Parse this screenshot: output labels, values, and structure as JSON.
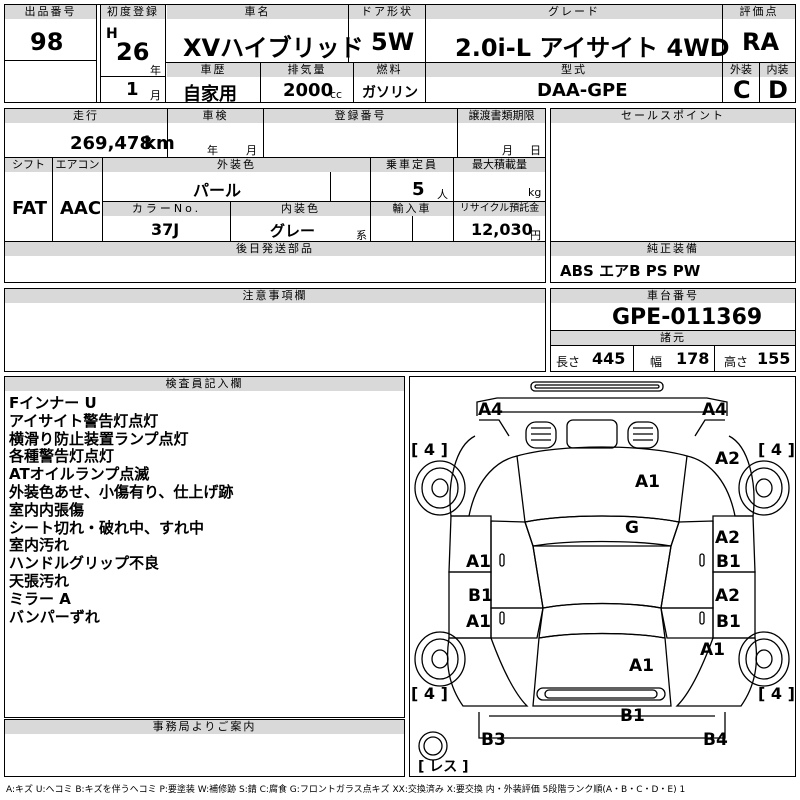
{
  "header": {
    "lot_label": "出品番号",
    "lot_no": "98",
    "first_reg_label": "初度登録",
    "era": "H",
    "year": "26",
    "year_unit": "年",
    "month": "1",
    "month_unit": "月",
    "car_name_label": "車名",
    "car_name": "XVハイブリッド",
    "door_label": "ドア形状",
    "door": "5W",
    "grade_label": "グレード",
    "grade": "2.0i-L アイサイト 4WD",
    "score_label": "評価点",
    "score": "RA",
    "history_label": "車歴",
    "history": "自家用",
    "displacement_label": "排気量",
    "displacement": "2000",
    "displacement_unit": "cc",
    "fuel_label": "燃料",
    "fuel": "ガソリン",
    "model_label": "型式",
    "model": "DAA-GPE",
    "ext_label": "外装",
    "ext": "C",
    "int_label": "内装",
    "int": "D"
  },
  "info": {
    "mileage_label": "走行",
    "mileage": "269,478",
    "mileage_unit": "km",
    "inspection_label": "車検",
    "year_unit": "年",
    "month_unit": "月",
    "day_unit": "日",
    "reg_no_label": "登録番号",
    "transfer_label": "譲渡書類期限",
    "shift_label": "シフト",
    "shift": "FAT",
    "ac_label": "エアコン",
    "ac": "AAC",
    "ext_color_label": "外装色",
    "ext_color": "パール",
    "capacity_label": "乗車定員",
    "capacity": "5",
    "capacity_unit": "人",
    "load_label": "最大積載量",
    "load_unit": "kg",
    "color_no_label": "カラーNo.",
    "color_no": "37J",
    "int_color_label": "内装色",
    "int_color": "グレー",
    "int_color_suffix": "系",
    "import_label": "輸入車",
    "recycle_label": "リサイクル預託金",
    "recycle": "12,030",
    "recycle_unit": "円",
    "later_parts_label": "後日発送部品",
    "sales_point_label": "セールスポイント",
    "factory_label": "純正装備",
    "factory": "ABS エアB PS PW",
    "notes_label": "注意事項欄",
    "chassis_label": "車台番号",
    "chassis": "GPE-011369",
    "dims_label": "諸元",
    "length_label": "長さ",
    "length": "445",
    "width_label": "幅",
    "width": "178",
    "height_label": "高さ",
    "height": "155"
  },
  "inspector": {
    "label": "検査員記入欄",
    "remarks": [
      "Fインナー U",
      "アイサイト警告灯点灯",
      "横滑り防止装置ランプ点灯",
      "各種警告灯点灯",
      "ATオイルランプ点滅",
      "外装色あせ、小傷有り、仕上げ跡",
      "室内内張傷",
      "シート切れ・破れ中、すれ中",
      "室内汚れ",
      "ハンドルグリップ不良",
      "天張汚れ",
      "ミラー A",
      "バンパーずれ"
    ]
  },
  "office_label": "事務局よりご案内",
  "diagram": {
    "marks": {
      "fl": "A4",
      "fr": "A4",
      "fender_r": "A2",
      "hood": "A1",
      "roof": "G",
      "fdoor_l": "A1",
      "fdoor_r1": "A2",
      "fdoor_r2": "B1",
      "rdoor_l1": "B1",
      "rdoor_l2": "A1",
      "rdoor_r1": "A2",
      "rdoor_r2": "B1",
      "qtr_r": "A1",
      "trunk": "A1",
      "bumper": "B1",
      "rl": "B3",
      "rr": "B4"
    },
    "tire": "4",
    "spare": "レス"
  },
  "legend": "A:キズ U:ヘコミ B:キズを伴うヘコミ P:要塗装 W:補修跡 S:錆 C:腐食 G:フロントガラス点キズ XX:交換済み X:要交換 内・外装評価 5段階ランク順(A・B・C・D・E) 1"
}
